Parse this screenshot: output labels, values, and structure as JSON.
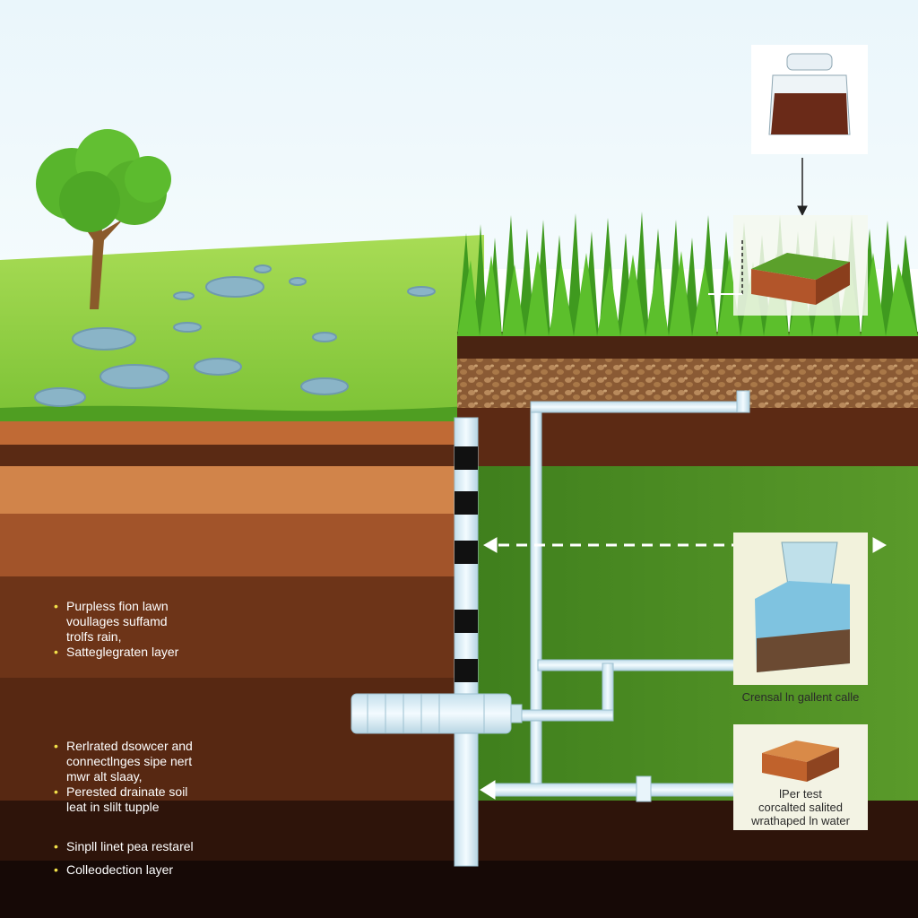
{
  "left_labels": {
    "group1": {
      "lines": [
        "Purpless fion lawn",
        "voullages suffamd",
        "trolfs rain,",
        "Satteglegraten layer"
      ],
      "bulleted": [
        true,
        false,
        false,
        true
      ]
    },
    "group2": {
      "lines": [
        "Rerlrated dsowcer and",
        "connectlnges sipe nert",
        "mwr alt slaay,",
        "Perested drainate soil",
        "leat in slilt tupple"
      ],
      "bulleted": [
        true,
        false,
        false,
        true,
        false
      ]
    },
    "group3": {
      "lines": [
        "Sinpll linet pea restarel"
      ],
      "bulleted": [
        true
      ]
    },
    "group4": {
      "lines": [
        "Colleodection layer"
      ],
      "bulleted": [
        true
      ]
    }
  },
  "right_panels": {
    "middle_caption": "Crensal ln gallent calle",
    "bottom_caption_lines": [
      "lPer test",
      "corcalted salited",
      "wrathaped ln water"
    ]
  },
  "colors": {
    "sky": "#eaf6fb",
    "lawn": "#8fd23f",
    "soil_dark": "#3b1a0c",
    "pipe": "#d8ecf5",
    "bullet": "#f2e24a"
  },
  "icons": [
    "tree-icon",
    "jar-icon",
    "soil-sample-icon",
    "water-cup-icon",
    "soil-block-icon"
  ]
}
